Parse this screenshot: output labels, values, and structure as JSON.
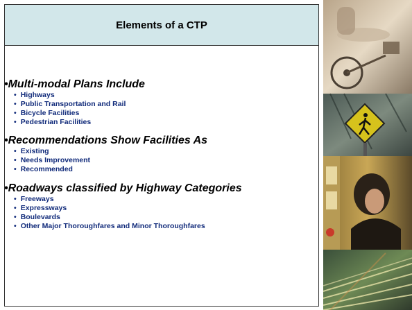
{
  "title": "Elements of a CTP",
  "sections": [
    {
      "heading": "•Multi-modal Plans Include",
      "items": [
        "Highways",
        "Public Transportation and Rail",
        "Bicycle Facilities",
        "Pedestrian Facilities"
      ]
    },
    {
      "heading": "•Recommendations Show Facilities As",
      "items": [
        "Existing",
        "Needs Improvement",
        "Recommended"
      ]
    },
    {
      "heading": "•Roadways classified by Highway Categories",
      "items": [
        "Freeways",
        "Expressways",
        "Boulevards",
        "Other Major Thoroughfares and Minor Thoroughfares"
      ]
    }
  ],
  "photos": [
    "cyclist-photo",
    "pedestrian-sign-photo",
    "bus-rider-photo",
    "traffic-lights-photo"
  ],
  "colors": {
    "title_bg": "#d2e7ea",
    "item_text": "#102a7a",
    "border": "#333333"
  }
}
